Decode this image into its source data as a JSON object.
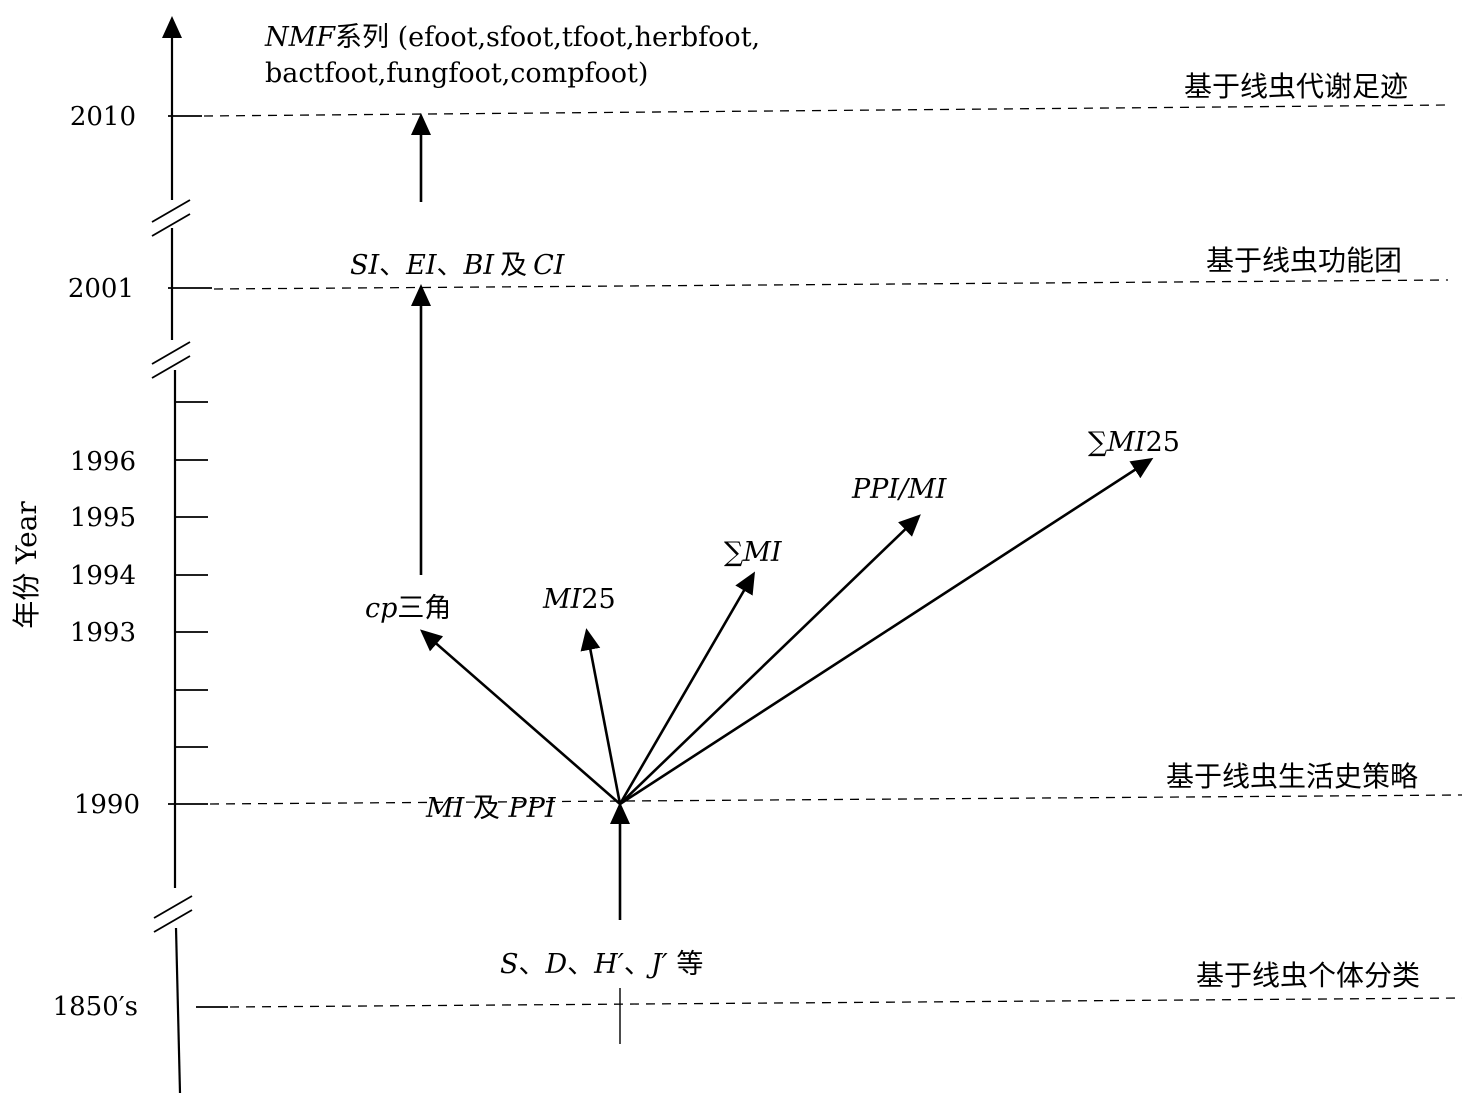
{
  "axis": {
    "title": "年份 Year",
    "years": [
      "2010",
      "2001",
      "1996",
      "1995",
      "1994",
      "1993",
      "1990",
      "1850′s"
    ]
  },
  "categories": {
    "footprint": "基于线虫代谢足迹",
    "functional_group": "基于线虫功能团",
    "life_history": "基于线虫生活史策略",
    "taxonomy": "基于线虫个体分类"
  },
  "indices": {
    "nmf": "NMF",
    "nmf_suffix": "系列 (efoot,sfoot,tfoot,herbfoot,",
    "nmf_line2": "bactfoot,fungfoot,compfoot)",
    "si": "SI",
    "ei": "EI",
    "bi": "BI",
    "ji": "及",
    "ci": "CI",
    "sep": "、",
    "cp": "cp",
    "cp_suffix": "三角",
    "mi25": "MI",
    "mi25_num": "25",
    "sum_mi": "MI",
    "sum_sign": "∑",
    "ppi_mi": "PPI/MI",
    "sum_mi25": "MI",
    "sum_mi25_num": "25",
    "mi": "MI",
    "mi_ji": " 及 ",
    "ppi": "PPI",
    "s": "S",
    "d": "D",
    "h": "H′",
    "j": "J′",
    "deng": " 等"
  }
}
